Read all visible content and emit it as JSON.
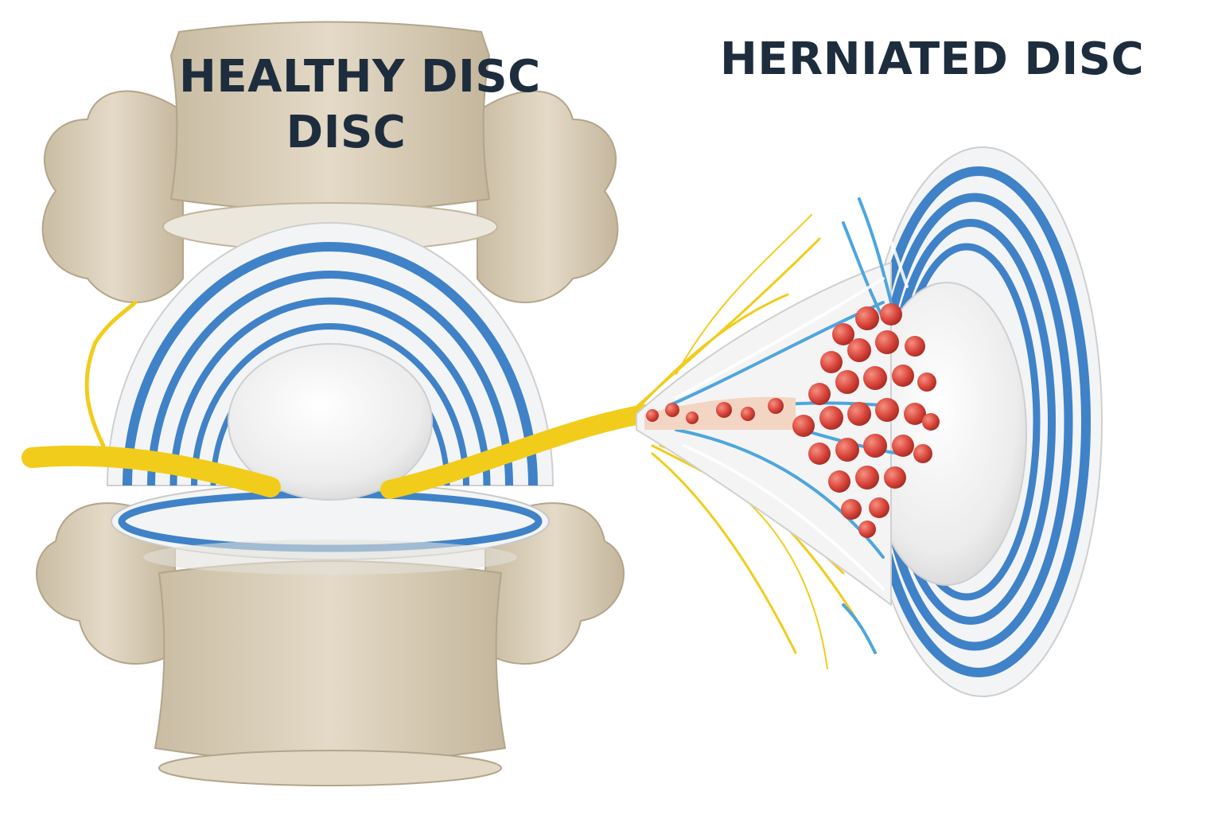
{
  "labels": {
    "healthy_line1": "HEALTHY DISC",
    "healthy_line2": "DISC",
    "herniated": "HERNIATED DISC"
  },
  "colors": {
    "bone": "#d8ccb6",
    "bone_shadow": "#b9ab92",
    "annulus_blue": "#3f82c8",
    "annulus_white": "#f4f5f7",
    "nucleus": "#eeeeee",
    "nerve": "#f2cc1b",
    "herniation_red": "#d9463c",
    "vessel_blue": "#4da6dc",
    "text": "#1e2d3d"
  },
  "icons": {
    "healthy_disc": "healthy-disc-illustration",
    "herniated_disc": "herniated-disc-illustration",
    "nerve": "spinal-nerve-illustration"
  }
}
